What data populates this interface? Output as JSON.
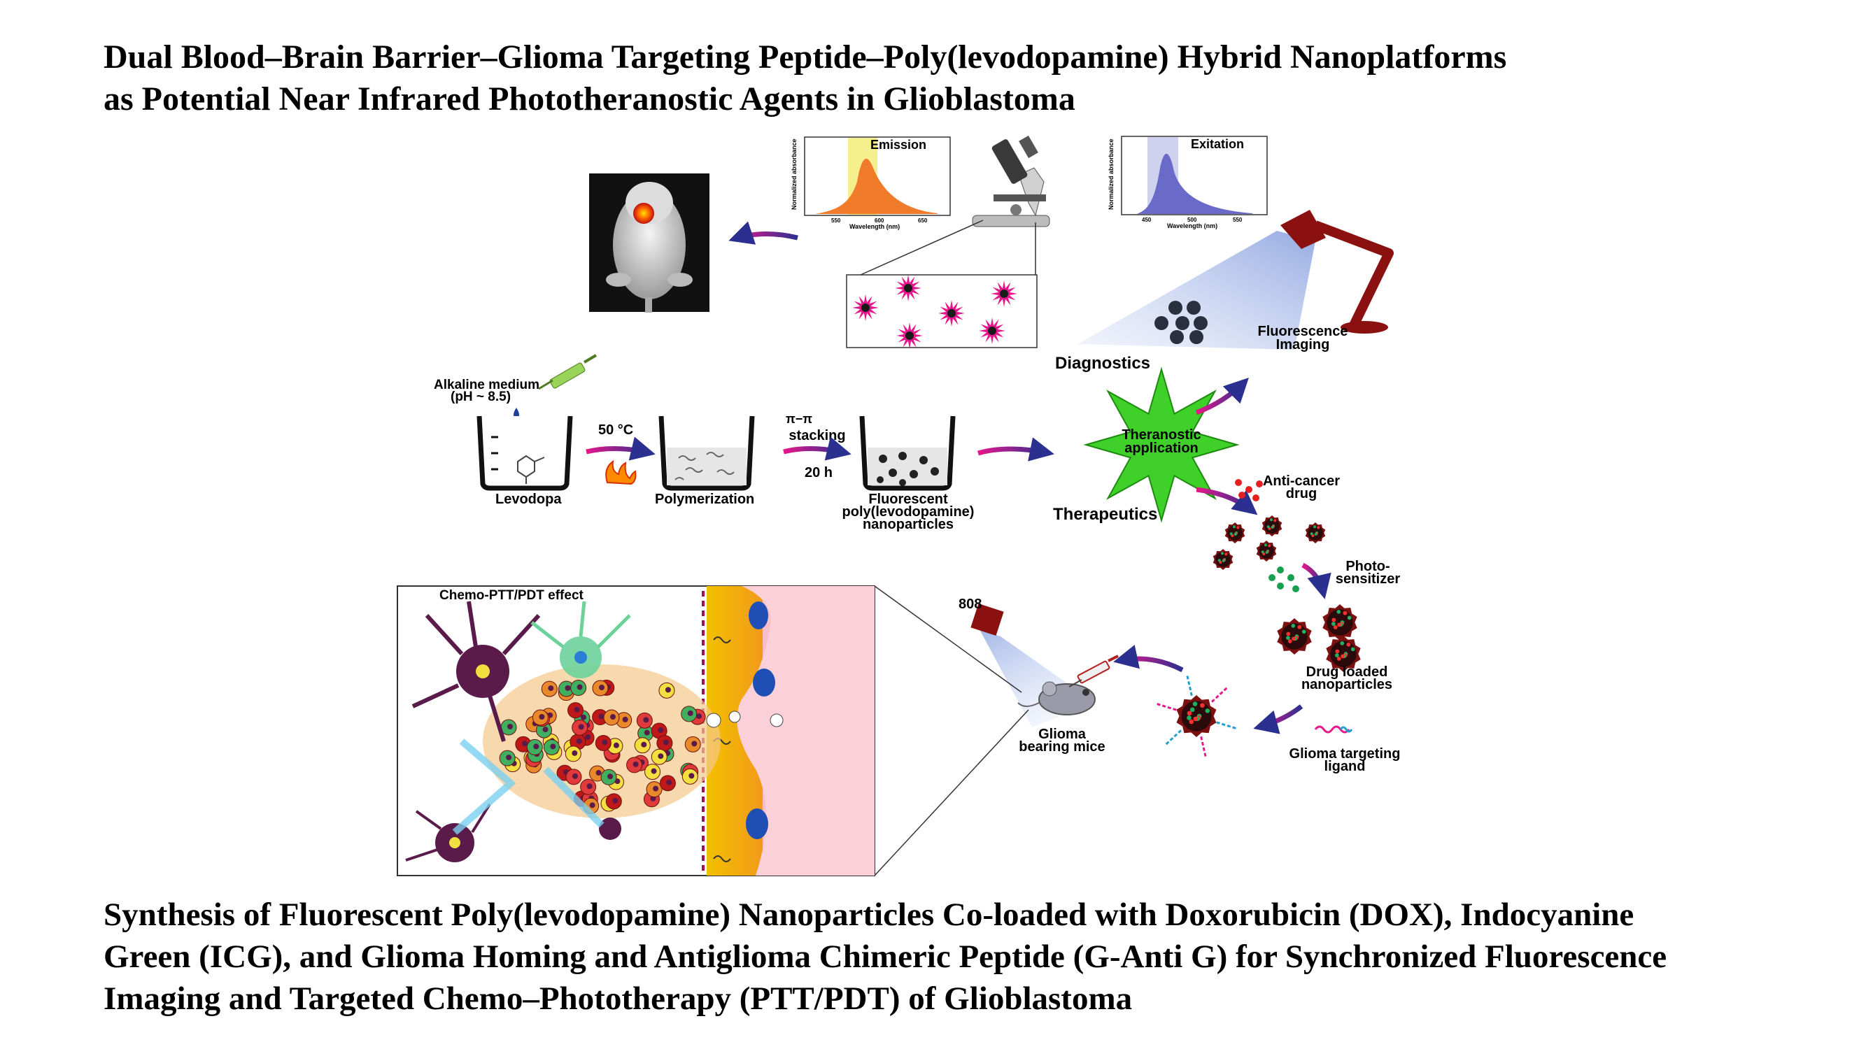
{
  "title": {
    "line1": "Dual Blood–Brain Barrier–Glioma Targeting Peptide–Poly(levodopamine) Hybrid Nanoplatforms",
    "line2": "as Potential Near Infrared Phototheranostic Agents in Glioblastoma"
  },
  "caption": {
    "line1": "Synthesis of Fluorescent Poly(levodopamine) Nanoparticles Co-loaded with Doxorubicin (DOX), Indocyanine",
    "line2": "Green (ICG), and Glioma Homing and Antiglioma Chimeric Peptide (G-Anti G) for Synchronized Fluorescence",
    "line3": "Imaging and Targeted Chemo–Phototherapy (PTT/PDT) of Glioblastoma"
  },
  "emission_plot": {
    "title": "Emission",
    "ylabel": "Normalized absorbance",
    "xlabel": "Wavelength (nm)",
    "ticks": [
      "550",
      "600",
      "650"
    ]
  },
  "excitation_plot": {
    "title": "Exitation",
    "ylabel": "Normalized absorbance",
    "xlabel": "Wavelength (nm)",
    "ticks": [
      "450",
      "500",
      "550"
    ]
  },
  "labels": {
    "fluorescence_imaging_1": "Fluorescence",
    "fluorescence_imaging_2": "Imaging",
    "diagnostics": "Diagnostics",
    "alkaline_1": "Alkaline medium",
    "alkaline_2": "(pH ~ 8.5)",
    "levodopa": "Levodopa",
    "temp": "50 °C",
    "polymerization": "Polymerization",
    "pi_pi": "π−π",
    "stacking": "stacking",
    "hours": "20 h",
    "fluorescent_np_1": "Fluorescent",
    "fluorescent_np_2": "poly(levodopamine)",
    "fluorescent_np_3": "nanoparticles",
    "theranostic_1": "Theranostic",
    "theranostic_2": "application",
    "therapeutics": "Therapeutics",
    "anticancer_1": "Anti-cancer",
    "anticancer_2": "drug",
    "photosensitizer_1": "Photo-",
    "photosensitizer_2": "sensitizer",
    "drug_loaded_1": "Drug loaded",
    "drug_loaded_2": "nanoparticles",
    "glioma_ligand_1": "Glioma targeting",
    "glioma_ligand_2": "ligand",
    "glioma_mice_1": "Glioma",
    "glioma_mice_2": "bearing mice",
    "laser": "808",
    "chemo_effect": "Chemo-PTT/PDT effect"
  },
  "colors": {
    "arrow": "#2b2f8f",
    "star": "#3fd12a",
    "magenta": "#e6178c",
    "lamp": "#8b1010",
    "emission_fill": "#f07b2a",
    "excitation_fill": "#6a6ac8"
  }
}
